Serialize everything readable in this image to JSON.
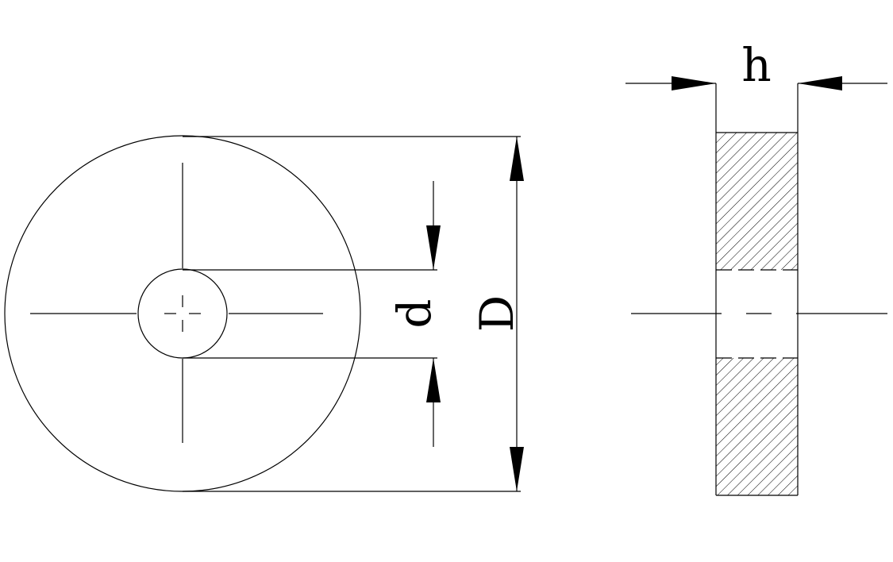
{
  "drawing": {
    "labels": {
      "outer_diameter": "D",
      "inner_diameter": "d",
      "thickness": "h"
    },
    "colors": {
      "line": "#000000",
      "background": "#ffffff"
    }
  }
}
